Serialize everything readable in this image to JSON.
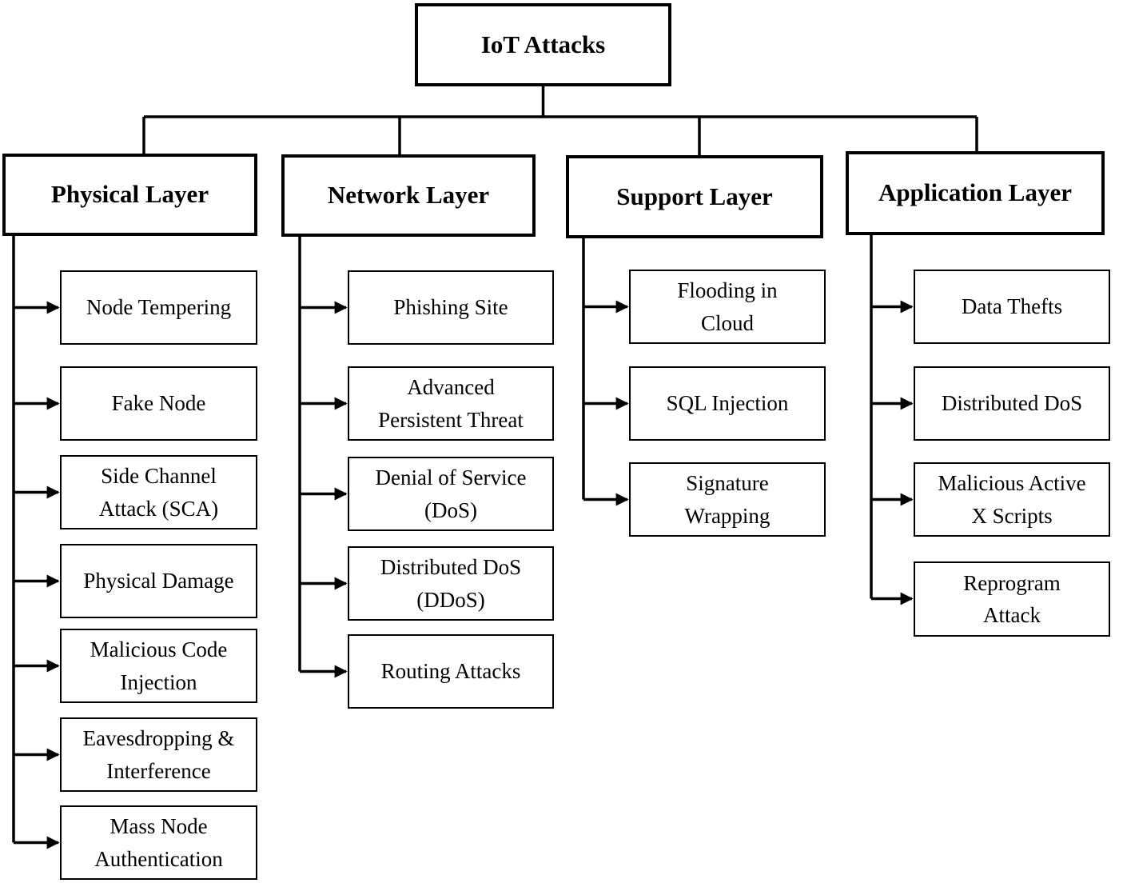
{
  "diagram_title": "IoT Attacks",
  "colors": {
    "line": "#000000",
    "box_border": "#000000",
    "box_background": "#ffffff",
    "text": "#000000",
    "page_background": "#ffffff"
  },
  "columns": [
    {
      "label": "Physical Layer",
      "items": [
        "Node Tempering",
        "Fake Node",
        "Side Channel\nAttack (SCA)",
        "Physical Damage",
        "Malicious Code\nInjection",
        "Eavesdropping &\nInterference",
        "Mass Node\nAuthentication"
      ]
    },
    {
      "label": "Network Layer",
      "items": [
        "Phishing Site",
        "Advanced\nPersistent Threat",
        "Denial of Service\n(DoS)",
        "Distributed DoS\n(DDoS)",
        "Routing Attacks"
      ]
    },
    {
      "label": "Support Layer",
      "items": [
        "Flooding in\nCloud",
        "SQL Injection",
        "Signature\nWrapping"
      ]
    },
    {
      "label": "Application Layer",
      "items": [
        "Data Thefts",
        "Distributed DoS",
        "Malicious Active\nX Scripts",
        "Reprogram\nAttack"
      ]
    }
  ]
}
